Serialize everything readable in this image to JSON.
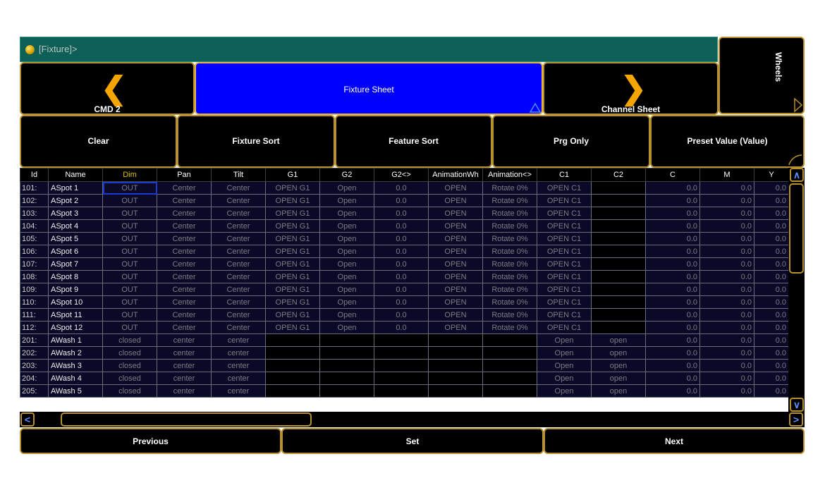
{
  "title_bar": {
    "text": "[Fixture]>"
  },
  "nav": {
    "prev_view_label": "CMD 2",
    "current_view_label": "Fixture Sheet",
    "next_view_label": "Channel Sheet",
    "wheels_label": "Wheels"
  },
  "toolbar": {
    "clear_label": "Clear",
    "fixture_sort_label": "Fixture Sort",
    "feature_sort_label": "Feature Sort",
    "prg_only_label": "Prg Only",
    "preset_value_label": "Preset Value (Value)"
  },
  "table": {
    "columns": [
      "Id",
      "Name",
      "Dim",
      "Pan",
      "Tilt",
      "G1",
      "G2",
      "G2<>",
      "AnimationWh",
      "Animation<>",
      "C1",
      "C2",
      "C",
      "M",
      "Y"
    ],
    "rows": [
      [
        "101:",
        "ASpot 1",
        "OUT",
        "Center",
        "Center",
        "OPEN G1",
        "Open",
        "0.0",
        "OPEN",
        "Rotate 0%",
        "OPEN C1",
        "",
        "0.0",
        "0.0",
        "0.0"
      ],
      [
        "102:",
        "ASpot 2",
        "OUT",
        "Center",
        "Center",
        "OPEN G1",
        "Open",
        "0.0",
        "OPEN",
        "Rotate 0%",
        "OPEN C1",
        "",
        "0.0",
        "0.0",
        "0.0"
      ],
      [
        "103:",
        "ASpot 3",
        "OUT",
        "Center",
        "Center",
        "OPEN G1",
        "Open",
        "0.0",
        "OPEN",
        "Rotate 0%",
        "OPEN C1",
        "",
        "0.0",
        "0.0",
        "0.0"
      ],
      [
        "104:",
        "ASpot 4",
        "OUT",
        "Center",
        "Center",
        "OPEN G1",
        "Open",
        "0.0",
        "OPEN",
        "Rotate 0%",
        "OPEN C1",
        "",
        "0.0",
        "0.0",
        "0.0"
      ],
      [
        "105:",
        "ASpot 5",
        "OUT",
        "Center",
        "Center",
        "OPEN G1",
        "Open",
        "0.0",
        "OPEN",
        "Rotate 0%",
        "OPEN C1",
        "",
        "0.0",
        "0.0",
        "0.0"
      ],
      [
        "106:",
        "ASpot 6",
        "OUT",
        "Center",
        "Center",
        "OPEN G1",
        "Open",
        "0.0",
        "OPEN",
        "Rotate 0%",
        "OPEN C1",
        "",
        "0.0",
        "0.0",
        "0.0"
      ],
      [
        "107:",
        "ASpot 7",
        "OUT",
        "Center",
        "Center",
        "OPEN G1",
        "Open",
        "0.0",
        "OPEN",
        "Rotate 0%",
        "OPEN C1",
        "",
        "0.0",
        "0.0",
        "0.0"
      ],
      [
        "108:",
        "ASpot 8",
        "OUT",
        "Center",
        "Center",
        "OPEN G1",
        "Open",
        "0.0",
        "OPEN",
        "Rotate 0%",
        "OPEN C1",
        "",
        "0.0",
        "0.0",
        "0.0"
      ],
      [
        "109:",
        "ASpot 9",
        "OUT",
        "Center",
        "Center",
        "OPEN G1",
        "Open",
        "0.0",
        "OPEN",
        "Rotate 0%",
        "OPEN C1",
        "",
        "0.0",
        "0.0",
        "0.0"
      ],
      [
        "110:",
        "ASpot 10",
        "OUT",
        "Center",
        "Center",
        "OPEN G1",
        "Open",
        "0.0",
        "OPEN",
        "Rotate 0%",
        "OPEN C1",
        "",
        "0.0",
        "0.0",
        "0.0"
      ],
      [
        "111:",
        "ASpot 11",
        "OUT",
        "Center",
        "Center",
        "OPEN G1",
        "Open",
        "0.0",
        "OPEN",
        "Rotate 0%",
        "OPEN C1",
        "",
        "0.0",
        "0.0",
        "0.0"
      ],
      [
        "112:",
        "ASpot 12",
        "OUT",
        "Center",
        "Center",
        "OPEN G1",
        "Open",
        "0.0",
        "OPEN",
        "Rotate 0%",
        "OPEN C1",
        "",
        "0.0",
        "0.0",
        "0.0"
      ],
      [
        "201:",
        "AWash 1",
        "closed",
        "center",
        "center",
        "",
        "",
        "",
        "",
        "",
        "Open",
        "open",
        "0.0",
        "0.0",
        "0.0"
      ],
      [
        "202:",
        "AWash 2",
        "closed",
        "center",
        "center",
        "",
        "",
        "",
        "",
        "",
        "Open",
        "open",
        "0.0",
        "0.0",
        "0.0"
      ],
      [
        "203:",
        "AWash 3",
        "closed",
        "center",
        "center",
        "",
        "",
        "",
        "",
        "",
        "Open",
        "open",
        "0.0",
        "0.0",
        "0.0"
      ],
      [
        "204:",
        "AWash 4",
        "closed",
        "center",
        "center",
        "",
        "",
        "",
        "",
        "",
        "Open",
        "open",
        "0.0",
        "0.0",
        "0.0"
      ],
      [
        "205:",
        "AWash 5",
        "closed",
        "center",
        "center",
        "",
        "",
        "",
        "",
        "",
        "Open",
        "open",
        "0.0",
        "0.0",
        "0.0"
      ]
    ]
  },
  "scroll": {
    "up_glyph": "∧",
    "down_glyph": "∨",
    "left_glyph": "<",
    "right_glyph": ">"
  },
  "bottom": {
    "previous_label": "Previous",
    "set_label": "Set",
    "next_label": "Next"
  },
  "colors": {
    "accent": "#f5a500",
    "border": "#b8902c",
    "active_view": "#0000ff",
    "title_bar": "#0e5f55",
    "cell_bg": "#0a0a28"
  },
  "icons": {
    "prev": "chevron-left-icon",
    "next": "chevron-right-icon",
    "title": "status-dot-icon"
  }
}
